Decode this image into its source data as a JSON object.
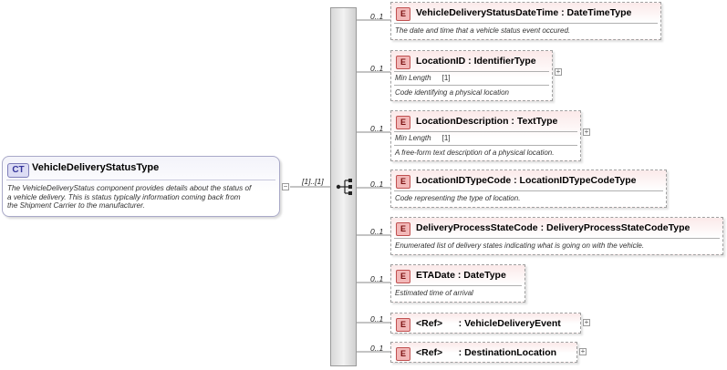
{
  "complex_type": {
    "badge": "CT",
    "name": "VehicleDeliveryStatusType",
    "doc_lines": [
      "The VehicleDeliveryStatus component provides details about the status of",
      "a vehicle delivery. This is status typically information coming back from",
      "the Shipment Carrier to the manufacturer."
    ],
    "collapse_symbol": "−"
  },
  "sequence": {
    "cardinality": "[1]..[1]"
  },
  "element_badge": "E",
  "expand_symbol": "+",
  "elements": [
    {
      "card": "0..1",
      "name": "VehicleDeliveryStatusDateTime : DateTimeType",
      "doc": "The date and time that a vehicle status event occured."
    },
    {
      "card": "0..1",
      "name": "LocationID : IdentifierType",
      "facet_name": "Min Length",
      "facet_value": "[1]",
      "doc": "Code identifying a physical location"
    },
    {
      "card": "0..1",
      "name": "LocationDescription : TextType",
      "facet_name": "Min Length",
      "facet_value": "[1]",
      "doc": "A free-form text description of a physical location."
    },
    {
      "card": "0..1",
      "name": "LocationIDTypeCode : LocationIDTypeCodeType",
      "doc": "Code representing the type of location."
    },
    {
      "card": "0..1",
      "name": "DeliveryProcessStateCode : DeliveryProcessStateCodeType",
      "doc": "Enumerated list of delivery states indicating what is going on with the vehicle."
    },
    {
      "card": "0..1",
      "name": "ETADate : DateType",
      "doc": "Estimated time of arrival"
    },
    {
      "card": "0..1",
      "name": "<Ref>      : VehicleDeliveryEvent"
    },
    {
      "card": "0..1",
      "name": "<Ref>      : DestinationLocation"
    }
  ]
}
